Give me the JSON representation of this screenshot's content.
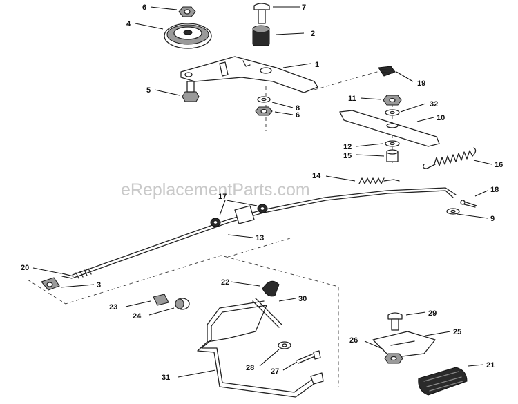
{
  "watermark": "eReplacementParts.com",
  "callouts": [
    {
      "id": "c6a",
      "label": "6"
    },
    {
      "id": "c7",
      "label": "7"
    },
    {
      "id": "c4",
      "label": "4"
    },
    {
      "id": "c2",
      "label": "2"
    },
    {
      "id": "c1",
      "label": "1"
    },
    {
      "id": "c19",
      "label": "19"
    },
    {
      "id": "c5",
      "label": "5"
    },
    {
      "id": "c8",
      "label": "8"
    },
    {
      "id": "c6b",
      "label": "6"
    },
    {
      "id": "c11",
      "label": "11"
    },
    {
      "id": "c32",
      "label": "32"
    },
    {
      "id": "c10",
      "label": "10"
    },
    {
      "id": "c12",
      "label": "12"
    },
    {
      "id": "c15",
      "label": "15"
    },
    {
      "id": "c16",
      "label": "16"
    },
    {
      "id": "c14",
      "label": "14"
    },
    {
      "id": "c18",
      "label": "18"
    },
    {
      "id": "c17",
      "label": "17"
    },
    {
      "id": "c9",
      "label": "9"
    },
    {
      "id": "c13",
      "label": "13"
    },
    {
      "id": "c20",
      "label": "20"
    },
    {
      "id": "c3",
      "label": "3"
    },
    {
      "id": "c22",
      "label": "22"
    },
    {
      "id": "c30",
      "label": "30"
    },
    {
      "id": "c23",
      "label": "23"
    },
    {
      "id": "c24",
      "label": "24"
    },
    {
      "id": "c29",
      "label": "29"
    },
    {
      "id": "c25",
      "label": "25"
    },
    {
      "id": "c26",
      "label": "26"
    },
    {
      "id": "c28",
      "label": "28"
    },
    {
      "id": "c27",
      "label": "27"
    },
    {
      "id": "c21",
      "label": "21"
    },
    {
      "id": "c31",
      "label": "31"
    }
  ]
}
